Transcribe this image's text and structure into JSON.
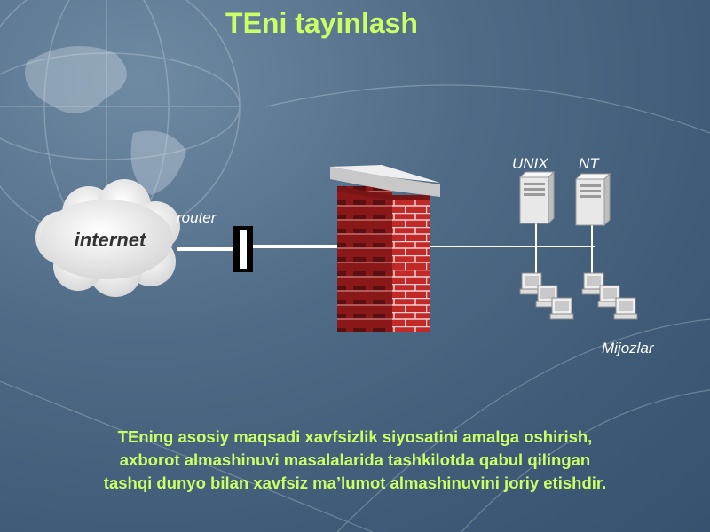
{
  "title": "TEni tayinlash",
  "diagram": {
    "cloud_label": "internet",
    "router_label": "router",
    "server_labels": [
      "UNIX",
      "NT"
    ],
    "clients_label": "Mijozlar"
  },
  "body_lines": [
    "TEning asosiy maqsadi xavfsizlik siyosatini amalga oshirish,",
    "axborot almashinuvi masalalarida tashkilotda qabul qilingan",
    "tashqi dunyo bilan xavfsiz ma’lumot almashinuvini joriy etishdir."
  ],
  "colors": {
    "title": "#ccff66",
    "body_text": "#ccff66",
    "brick": "#c22a2a",
    "background": "#4f6b86"
  }
}
